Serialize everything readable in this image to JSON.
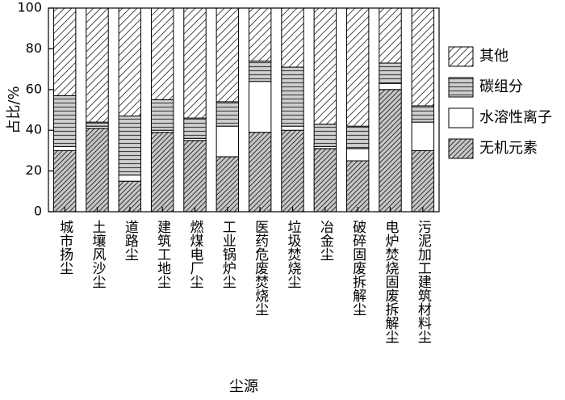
{
  "chart_data": {
    "type": "bar",
    "stacked": true,
    "xlabel": "尘源",
    "ylabel": "占比/%",
    "ylim": [
      0,
      100
    ],
    "yticks": [
      0,
      20,
      40,
      60,
      80,
      100
    ],
    "grid": false,
    "legend_position": "right",
    "categories": [
      "城市扬尘",
      "土壤风沙尘",
      "道路尘",
      "建筑工地尘",
      "燃煤电厂尘",
      "工业锅炉尘",
      "医药危废焚烧尘",
      "垃圾焚烧尘",
      "冶金尘",
      "破碎固废拆解尘",
      "电炉焚烧固废拆解尘",
      "污泥加工建筑材料尘"
    ],
    "series": [
      {
        "name": "无机元素",
        "pattern": "diag-dense",
        "values": [
          30,
          41,
          15,
          39,
          35,
          27,
          39,
          40,
          31,
          25,
          60,
          30
        ]
      },
      {
        "name": "水溶性离子",
        "pattern": "white",
        "values": [
          2,
          1,
          3,
          1,
          1,
          15,
          25,
          2,
          1,
          6,
          3,
          14
        ]
      },
      {
        "name": "碳组分",
        "pattern": "horizontal",
        "values": [
          25,
          2,
          29,
          15,
          10,
          12,
          10,
          29,
          11,
          11,
          10,
          8
        ]
      },
      {
        "name": "其他",
        "pattern": "diag-light",
        "values": [
          43,
          56,
          53,
          45,
          54,
          46,
          26,
          29,
          57,
          58,
          27,
          48
        ]
      }
    ]
  }
}
